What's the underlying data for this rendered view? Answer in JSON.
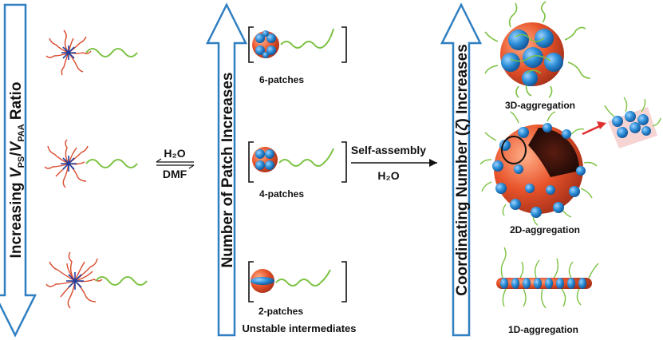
{
  "colors": {
    "arrow_outline": "#2f7fc1",
    "polymer_orange": "#e8532a",
    "patch_blue": "#2d8fd8",
    "chain_green": "#7cc242",
    "ps_red": "#d94a2c",
    "paa_blue": "#1e3fa0",
    "highlight_red": "#e03030"
  },
  "arrows": {
    "left": {
      "prefix": "Increasing ",
      "v": "V",
      "ps_sub": "PS",
      "slash": "/",
      "paa_sub": "PAA",
      "suffix": " Ratio"
    },
    "middle": {
      "text": "Number of Patch Increases"
    },
    "right": {
      "prefix": "Coordinating Number (",
      "zeta": "ζ",
      "suffix": ") Increases"
    }
  },
  "solvent_step": {
    "top": "H₂O",
    "bottom": "DMF"
  },
  "assembly_step": {
    "top": "Self-assembly",
    "bottom": "H₂O"
  },
  "patches": {
    "six": "6-patches",
    "four": "4-patches",
    "two": "2-patches",
    "caption": "Unstable intermediates"
  },
  "aggregations": {
    "three_d": "3D-aggregation",
    "two_d": "2D-aggregation",
    "one_d": "1D-aggregation"
  }
}
